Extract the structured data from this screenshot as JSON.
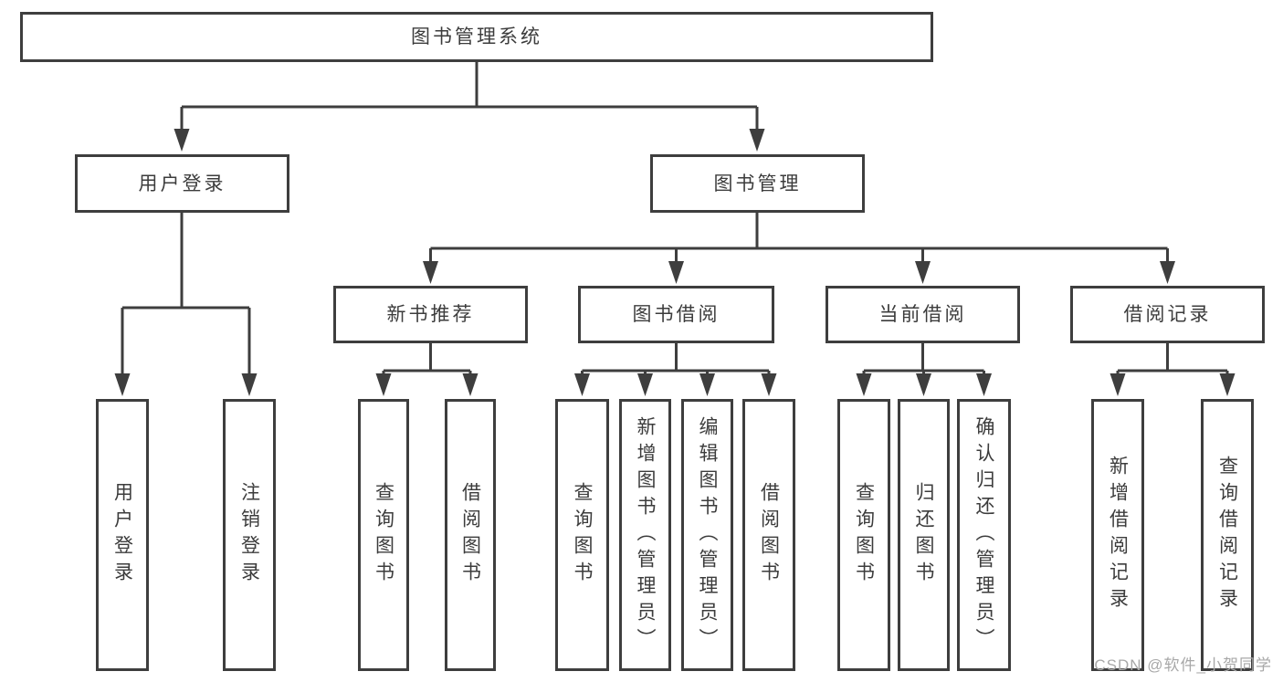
{
  "tree": {
    "root": {
      "label": "图书管理系统"
    },
    "level2": [
      {
        "label": "用户登录"
      },
      {
        "label": "图书管理"
      }
    ],
    "level3": [
      {
        "label": "新书推荐"
      },
      {
        "label": "图书借阅"
      },
      {
        "label": "当前借阅"
      },
      {
        "label": "借阅记录"
      }
    ],
    "leaves": {
      "user_login": [
        "用户登录",
        "注销登录"
      ],
      "new_book_recommend": [
        "查询图书",
        "借阅图书"
      ],
      "book_borrowing": [
        "查询图书",
        "新增图书（管理员）",
        "编辑图书（管理员）",
        "借阅图书"
      ],
      "current_borrowing": [
        "查询图书",
        "归还图书",
        "确认归还（管理员）"
      ],
      "borrowing_records": [
        "新增借阅记录",
        "查询借阅记录"
      ]
    }
  },
  "watermark": {
    "text": "CSDN @软件_小贺同学"
  },
  "colors": {
    "line": "#3e3e3e",
    "text": "#3c3c3c",
    "watermark": "#a8a8a8",
    "background": "#ffffff"
  }
}
